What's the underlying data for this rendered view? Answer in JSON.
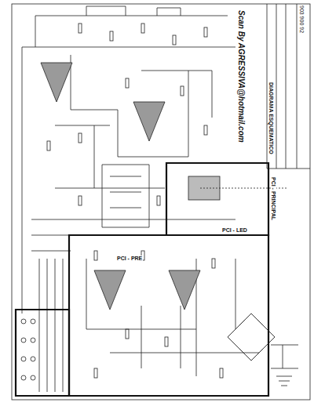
{
  "diagram": {
    "nodes": [
      {
        "text": [
          "DIAGRAMA ESQUEMATICO"
        ]
      },
      {
        "text": [
          "PCI - LED"
        ]
      },
      {
        "text": [
          "PCI - PRE"
        ]
      }
    ],
    "labels": [
      "Scan By AGRESSIVA@hotmail.com",
      "903 900 92",
      "PCI - PRINCIPAL"
    ]
  }
}
